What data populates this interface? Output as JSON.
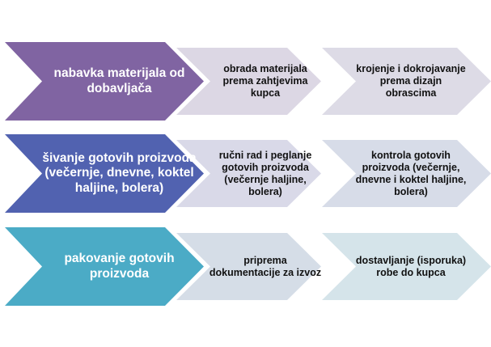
{
  "rows": [
    {
      "color": "#8064a2",
      "steps": [
        {
          "label": "nabavka materijala od dobavljača",
          "color": "#8064a2"
        },
        {
          "label": "obrada materijala prema zahtjevima kupca",
          "color": "#dcd7e4"
        },
        {
          "label": "krojenje i dokrojavanje prema dizajn obrascima",
          "color": "#dddbe6"
        }
      ]
    },
    {
      "color": "#5162b0",
      "steps": [
        {
          "label": "šivanje gotovih proizvoda (večernje, dnevne, koktel haljine, bolera)",
          "color": "#5162b0"
        },
        {
          "label": "ručni rad i peglanje gotovih proizvoda (večernje haljine, bolera)",
          "color": "#d9d9e8"
        },
        {
          "label": "kontrola gotovih proizvoda (večernje, dnevne i koktel haljine, bolera)",
          "color": "#d7dce8"
        }
      ]
    },
    {
      "color": "#4babc6",
      "steps": [
        {
          "label": "pakovanje gotovih proizvoda",
          "color": "#4babc6"
        },
        {
          "label": "priprema dokumentacije za izvoz",
          "color": "#d5dde7"
        },
        {
          "label": "dostavljanje (isporuka) robe do kupca",
          "color": "#d5e4ea"
        }
      ]
    }
  ]
}
